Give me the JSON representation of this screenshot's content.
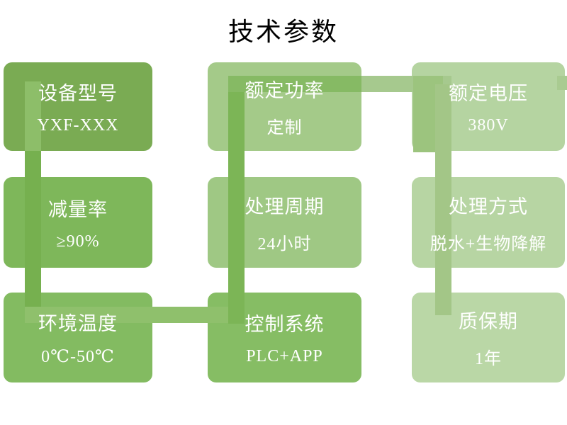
{
  "slide": {
    "title": "技术参数",
    "background": "#ffffff",
    "title_color": "#000000",
    "text_color": "#ffffff"
  },
  "boxes": [
    {
      "id": "device-model",
      "label": "设备型号",
      "value": "YXF-XXX",
      "fill": "#7aab53"
    },
    {
      "id": "rated-power",
      "label": "额定功率",
      "value": "定制",
      "fill": "#a4ca89"
    },
    {
      "id": "rated-voltage",
      "label": "额定电压",
      "value": "380V",
      "fill": "#b5d4a1"
    },
    {
      "id": "reduction-rate",
      "label": "减量率",
      "value": "≥90%",
      "fill": "#7eb75a"
    },
    {
      "id": "processing-cycle",
      "label": "处理周期",
      "value": "24小时",
      "fill": "#9fc884"
    },
    {
      "id": "processing-method",
      "label": "处理方式",
      "value": "脱水+生物降解",
      "fill": "#b7d5a3"
    },
    {
      "id": "ambient-temperature",
      "label": "环境温度",
      "value": "0℃-50℃",
      "fill": "#83bb61"
    },
    {
      "id": "control-system",
      "label": "控制系统",
      "value": "PLC+APP",
      "fill": "#86bd64"
    },
    {
      "id": "warranty",
      "label": "质保期",
      "value": "1年",
      "fill": "#bad7a6"
    }
  ],
  "connector": {
    "description": "serpentine flow line: device-model ↓ reduction-rate ↓ ambient-temperature → control-system ↑ processing-cycle ↑ rated-power → rated-voltage ↓ processing-method ↓ warranty",
    "segment_colors": [
      "#8dbe69",
      "#76b04f",
      "#8fc06c",
      "#7cb556",
      "#86ba64",
      "#a6c98e",
      "#9cc47e",
      "#a3c687",
      "#a9cb91"
    ]
  }
}
